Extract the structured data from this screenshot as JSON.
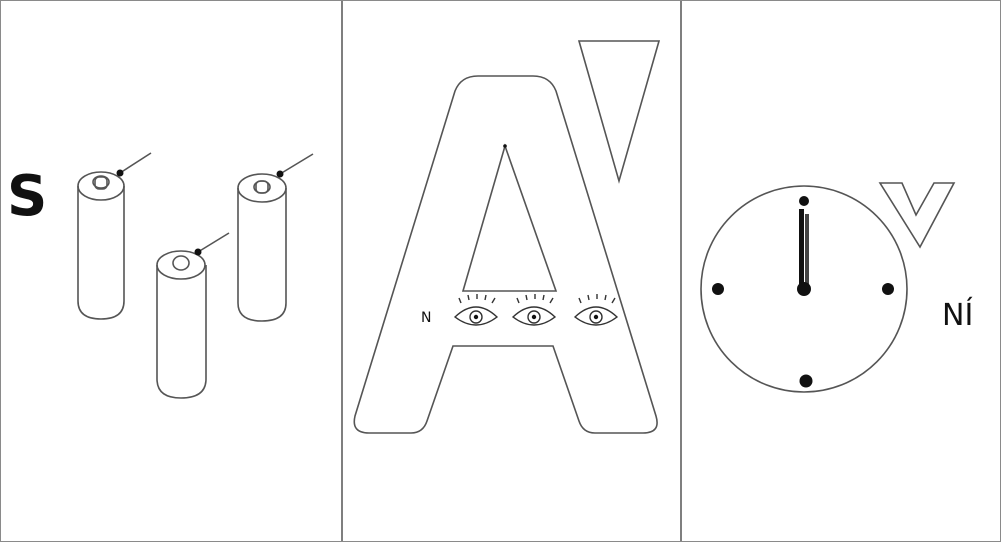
{
  "panels": [
    {
      "id": "panel-1",
      "label": "S",
      "description_icons": [
        "battery-icon",
        "battery-icon",
        "battery-icon"
      ]
    },
    {
      "id": "panel-2",
      "label": "N",
      "description_icons": [
        "letter-a-icon",
        "accent-mark-icon",
        "eye-icon",
        "eye-icon",
        "eye-icon"
      ]
    },
    {
      "id": "panel-3",
      "label": "NÍ",
      "description_icons": [
        "clock-icon",
        "accent-mark-icon"
      ]
    }
  ],
  "colors": {
    "line": "#555555",
    "ink": "#111111",
    "border": "#7f7f7f"
  }
}
